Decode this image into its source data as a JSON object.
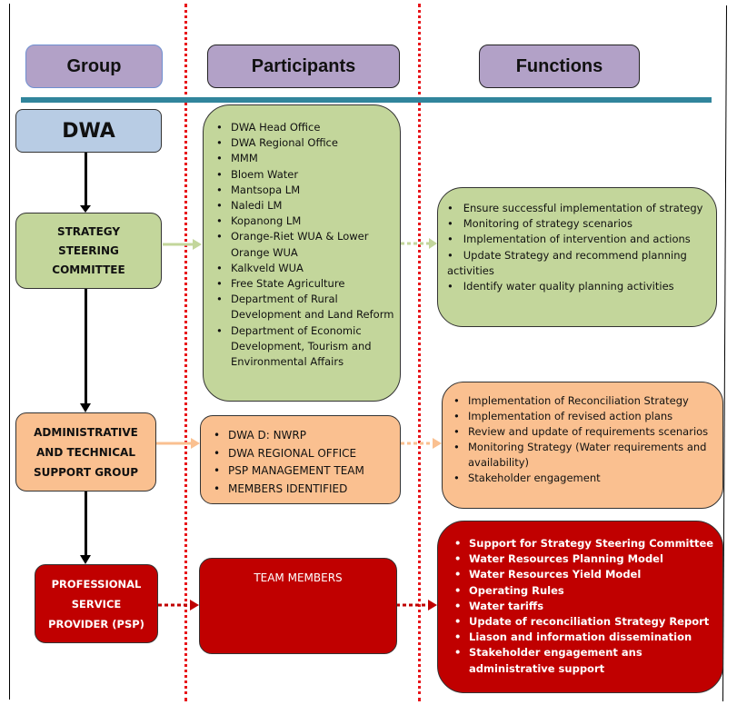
{
  "headers": {
    "group": "Group",
    "participants": "Participants",
    "functions": "Functions"
  },
  "groups": {
    "dwa": "DWA",
    "steering": [
      "STRATEGY",
      "STEERING",
      "COMMITTEE"
    ],
    "admin": [
      "ADMINISTRATIVE",
      "AND TECHNICAL",
      "SUPPORT GROUP"
    ],
    "psp": [
      "PROFESSIONAL",
      "SERVICE",
      "PROVIDER (PSP)"
    ]
  },
  "participants": {
    "steering": [
      "DWA Head Office",
      "DWA Regional Office",
      "MMM",
      "Bloem Water",
      "Mantsopa LM",
      "Naledi LM",
      "Kopanong LM",
      "Orange-Riet WUA & Lower Orange WUA",
      "Kalkveld WUA",
      "Free State Agriculture",
      "Department of Rural Development and Land Reform",
      "Department of Economic Development, Tourism and Environmental Affairs"
    ],
    "admin": [
      "DWA D: NWRP",
      "DWA REGIONAL OFFICE",
      "PSP MANAGEMENT TEAM",
      "MEMBERS IDENTIFIED"
    ],
    "psp": "TEAM MEMBERS"
  },
  "functions": {
    "steering": [
      "Ensure successful implementation of strategy",
      "Monitoring of strategy scenarios",
      "Implementation of intervention and actions",
      "Update Strategy and recommend planning activities",
      "Identify water quality planning activities"
    ],
    "admin": [
      "Implementation of Reconciliation Strategy",
      "Implementation of revised action plans",
      "Review and update of requirements scenarios",
      "Monitoring Strategy (Water requirements and availability)",
      "Stakeholder engagement"
    ],
    "psp": [
      "Support for Strategy Steering Committee",
      "Water Resources Planning Model",
      "Water Resources Yield Model",
      "Operating Rules",
      "Water tariffs",
      "Update of reconciliation Strategy Report",
      "Liason and information dissemination",
      "Stakeholder engagement ans administrative support"
    ]
  },
  "colors": {
    "header": "#b2a1c7",
    "divider": "#31859c",
    "dwa": "#b8cce4",
    "steering": "#c3d69b",
    "admin": "#fac090",
    "psp": "#c00000",
    "column_separator": "#e8151a"
  }
}
